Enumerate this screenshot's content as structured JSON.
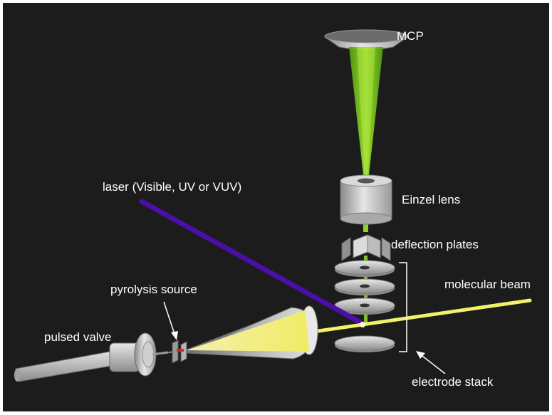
{
  "diagram": {
    "labels": {
      "mcp": "MCP",
      "einzel_lens": "Einzel  lens",
      "deflection_plates": "deflection plates",
      "laser": "laser (Visible, UV or VUV)",
      "molecular_beam": "molecular beam",
      "pyrolysis_source": "pyrolysis source",
      "pulsed_valve": "pulsed valve",
      "electrode_stack": "electrode stack"
    },
    "colors": {
      "background": "#1c1c1c",
      "ion_beam": "#7fc81e",
      "laser": "#4b0fa8",
      "molecular_beam": "#f3f06a",
      "metal": "#c8c8c8",
      "heater": "#e02020"
    }
  }
}
